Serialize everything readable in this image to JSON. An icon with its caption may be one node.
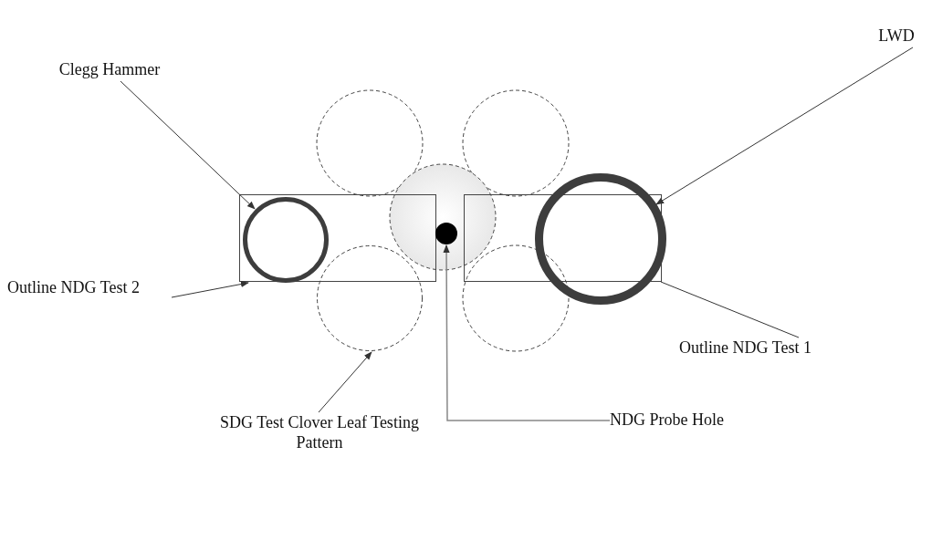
{
  "diagram": {
    "nodes": [
      {
        "text": [
          "Clegg Hammer"
        ]
      },
      {
        "text": [
          "LWD"
        ]
      },
      {
        "text": [
          "Outline NDG Test 2"
        ]
      },
      {
        "text": [
          "Outline NDG Test 1"
        ]
      },
      {
        "text": [
          "NDG Probe Hole"
        ]
      },
      {
        "text": [
          "SDG Test Clover Leaf Testing Pattern"
        ]
      },
      {
        "text": [],
        "shape": "box"
      },
      {
        "text": [],
        "shape": "box"
      },
      {
        "text": [],
        "shape": "circle",
        "in": 6
      },
      {
        "text": [],
        "shape": "circle"
      },
      {
        "text": [],
        "shape": "circle"
      },
      {
        "text": [],
        "shape": "circle"
      }
    ],
    "edges": [
      {
        "from": 0,
        "to": 8,
        "arrow": "to"
      },
      {
        "from": 1,
        "to": 9,
        "arrow": "to"
      },
      {
        "from": 2,
        "to": 6,
        "arrow": "to"
      },
      {
        "from": 3,
        "to": 7,
        "arrow": "none"
      },
      {
        "from": 4,
        "to": 10,
        "arrow": "to"
      },
      {
        "from": 5,
        "to": 11,
        "arrow": "to"
      }
    ]
  }
}
